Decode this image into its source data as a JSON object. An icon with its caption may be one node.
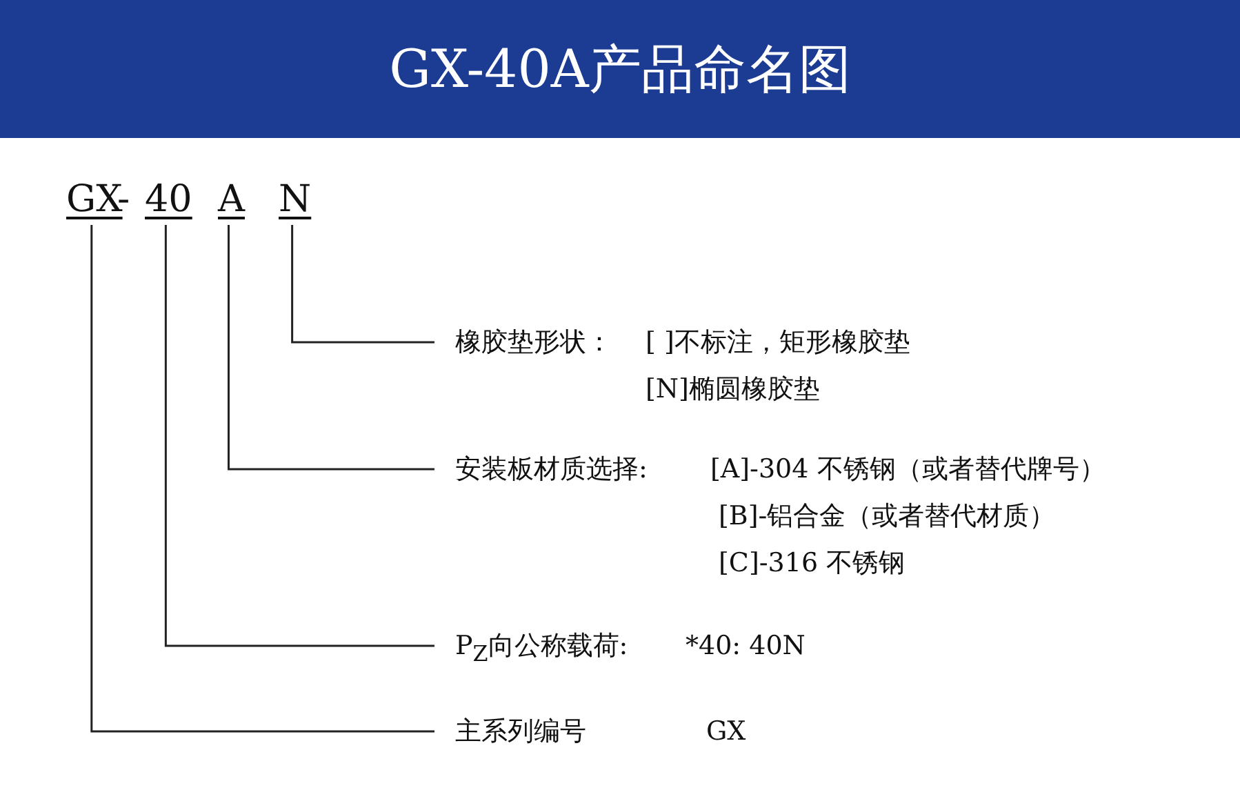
{
  "diagram": {
    "title": "GX-40A产品命名图",
    "nodes": [
      {
        "text": [
          "GX"
        ]
      },
      {
        "text": [
          "40"
        ]
      },
      {
        "text": [
          "A"
        ]
      },
      {
        "text": [
          "N"
        ]
      },
      {
        "text": [
          "橡胶垫形状：",
          "[ ]不标注，矩形橡胶垫",
          "[N]椭圆橡胶垫"
        ]
      },
      {
        "text": [
          "安装板材质选择:",
          "[A]-304 不锈钢（或者替代牌号）",
          "[B]-铝合金（或者替代材质）",
          "[C]-316 不锈钢"
        ]
      },
      {
        "text": [
          "P$_{Z}$向公称载荷:",
          "*40: 40N"
        ]
      },
      {
        "text": [
          "主系列编号",
          "GX"
        ]
      }
    ],
    "edges": [
      {
        "from": 3,
        "to": 4,
        "arrow": "none"
      },
      {
        "from": 2,
        "to": 5,
        "arrow": "none"
      },
      {
        "from": 1,
        "to": 6,
        "arrow": "none"
      },
      {
        "from": 0,
        "to": 7,
        "arrow": "none"
      }
    ],
    "labels": [
      "-"
    ]
  }
}
